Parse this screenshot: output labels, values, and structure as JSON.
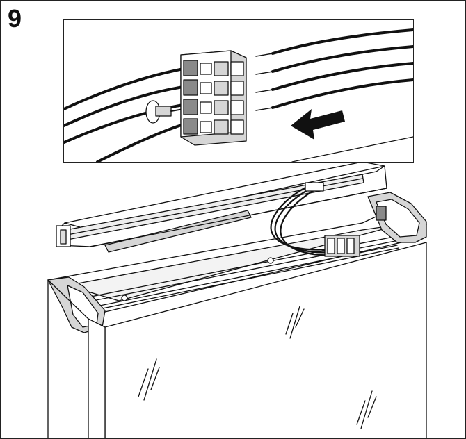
{
  "step": {
    "number": "9"
  },
  "colors": {
    "ink": "#111111",
    "gray": "#d6d6d6",
    "darkgray": "#8a8a8a",
    "paper": "#ffffff"
  },
  "detail": {
    "arrow_direction": "left",
    "wire_count": 4
  },
  "icons": {
    "arrow": "left-arrow-icon",
    "connector": "terminal-block-icon",
    "tool": "screwdriver-icon"
  }
}
